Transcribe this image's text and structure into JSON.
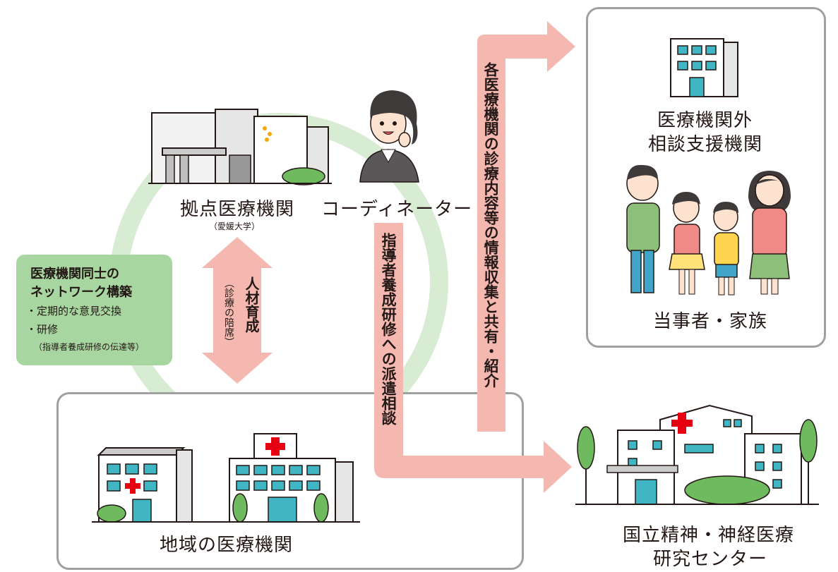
{
  "colors": {
    "arrow_pink": "#f4b8b0",
    "ring_green": "#d8ebd3",
    "box_green": "#a8d6a0",
    "frame_gray": "#9fa0a0",
    "cross_red": "#e60012",
    "window_teal": "#40b5c4"
  },
  "hub": {
    "name": "拠点医療機関",
    "sub": "（愛媛大学）"
  },
  "coordinator": {
    "name": "コーディネーター"
  },
  "network_box": {
    "title_line1": "医療機関同士の",
    "title_line2": "ネットワーク構築",
    "item1": "・定期的な意見交換",
    "item2": "・研修",
    "item2_note": "（指導者養成研修の伝達等）"
  },
  "training_arrow": {
    "label": "人材育成",
    "note": "（診療の陪席）"
  },
  "dispatch_arrow": {
    "label": "指導者養成研修への派遣相談"
  },
  "info_arrow": {
    "label": "各医療機関の診療内容等の情報収集と共有・紹介"
  },
  "outside": {
    "line1": "医療機関外",
    "line2": "相談支援機関",
    "people": "当事者・家族"
  },
  "local": {
    "name": "地域の医療機関"
  },
  "ncnp": {
    "line1": "国立精神・神経医療",
    "line2": "研究センター"
  },
  "icons": [
    "hospital-building-icon",
    "coordinator-person-icon",
    "family-icon",
    "clinic-icon",
    "research-center-icon"
  ]
}
